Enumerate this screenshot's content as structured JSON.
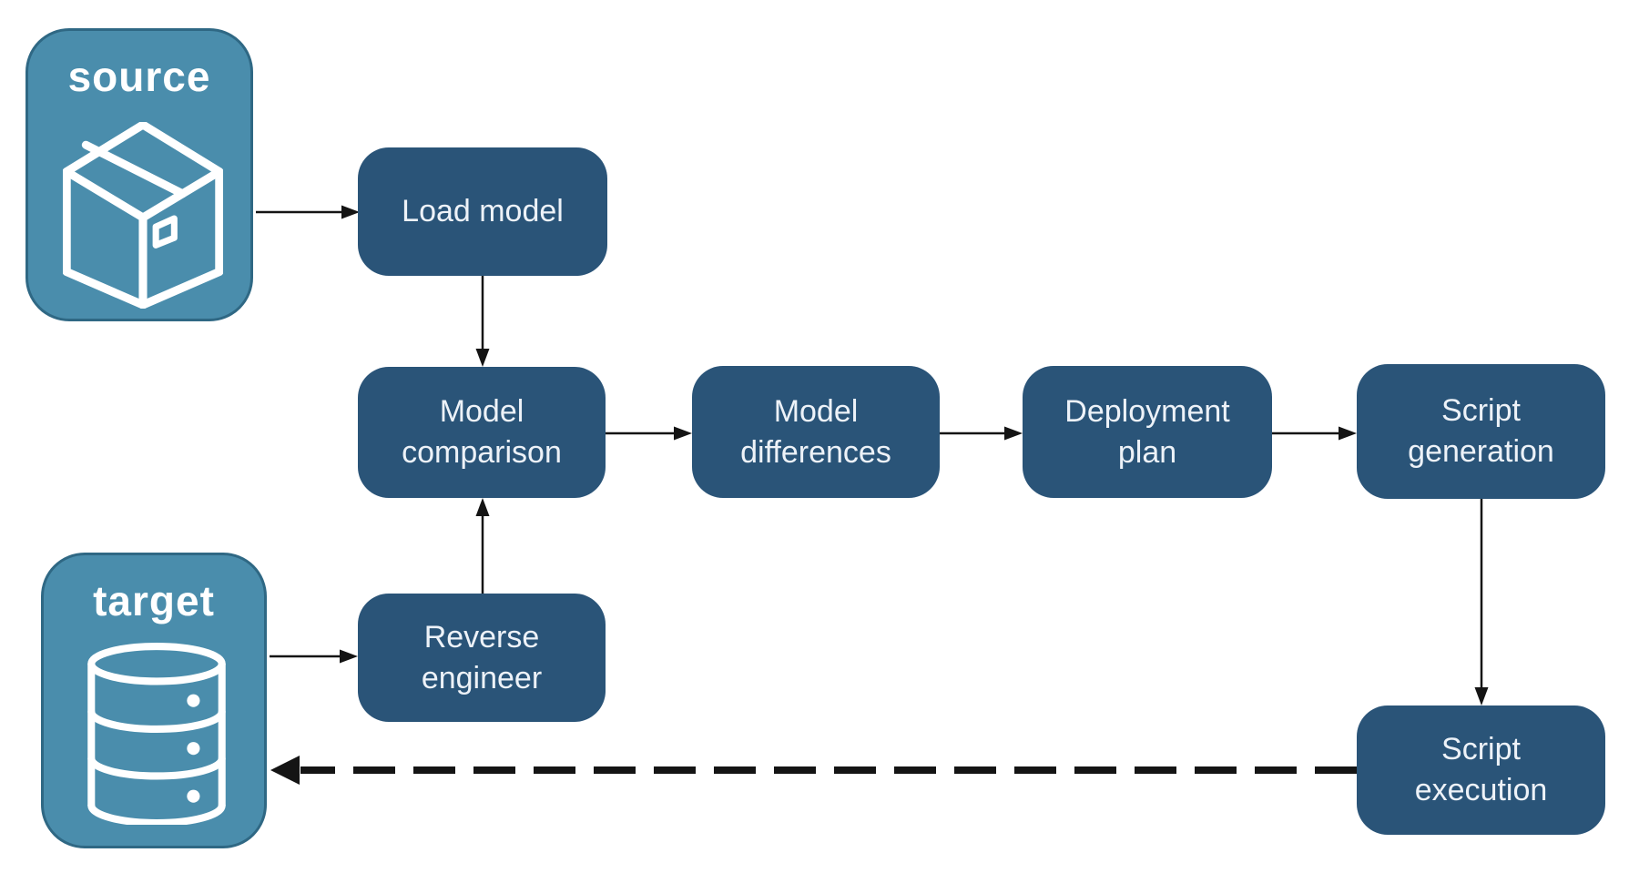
{
  "diagram": {
    "type": "flowchart",
    "background": "#ffffff",
    "colors": {
      "container_fill": "#4a8dac",
      "container_border": "#2f6884",
      "container_text": "#ffffff",
      "node_fill": "#2a5478",
      "node_text": "#edf2f8",
      "arrow": "#141414"
    },
    "containers": [
      {
        "id": "source",
        "label": "source",
        "icon": "package-icon"
      },
      {
        "id": "target",
        "label": "target",
        "icon": "database-icon"
      }
    ],
    "nodes": [
      {
        "id": "load-model",
        "label": "Load model"
      },
      {
        "id": "model-comparison",
        "label": "Model comparison"
      },
      {
        "id": "model-differences",
        "label": "Model differences"
      },
      {
        "id": "deployment-plan",
        "label": "Deployment plan"
      },
      {
        "id": "script-generation",
        "label": "Script generation"
      },
      {
        "id": "reverse-engineer",
        "label": "Reverse engineer"
      },
      {
        "id": "script-execution",
        "label": "Script execution"
      }
    ],
    "edges": [
      {
        "from": "source",
        "to": "load-model",
        "style": "solid"
      },
      {
        "from": "load-model",
        "to": "model-comparison",
        "style": "solid"
      },
      {
        "from": "target",
        "to": "reverse-engineer",
        "style": "solid"
      },
      {
        "from": "reverse-engineer",
        "to": "model-comparison",
        "style": "solid"
      },
      {
        "from": "model-comparison",
        "to": "model-differences",
        "style": "solid"
      },
      {
        "from": "model-differences",
        "to": "deployment-plan",
        "style": "solid"
      },
      {
        "from": "deployment-plan",
        "to": "script-generation",
        "style": "solid"
      },
      {
        "from": "script-generation",
        "to": "script-execution",
        "style": "solid"
      },
      {
        "from": "script-execution",
        "to": "target",
        "style": "dashed"
      }
    ]
  }
}
